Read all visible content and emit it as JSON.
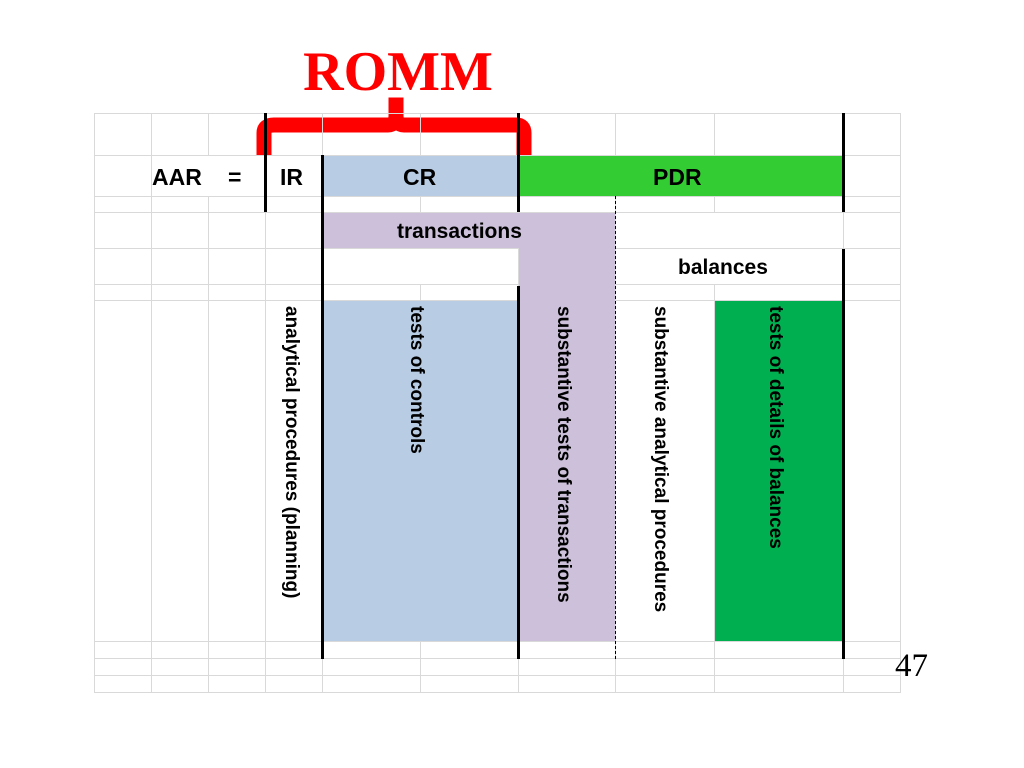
{
  "title": "ROMM",
  "colors": {
    "romm": "#ff0000",
    "cr": "#b8cce4",
    "pdr": "#33cc33",
    "transactions": "#ccc0da",
    "tests_of_controls": "#b8cce4",
    "tests_of_details": "#00b050",
    "grid": "#d9d9d9"
  },
  "equation": {
    "aar": "AAR",
    "equals": "=",
    "ir": "IR",
    "cr": "CR",
    "pdr": "PDR"
  },
  "bands": {
    "transactions": "transactions",
    "balances": "balances"
  },
  "columns": {
    "analytical_planning": "analytical procedures (planning)",
    "tests_of_controls": "tests of controls",
    "substantive_transactions": "substantive tests of transactions",
    "substantive_analytical": "substantive analytical procedures",
    "tests_of_details": "tests of details of balances"
  },
  "page_number": "47"
}
